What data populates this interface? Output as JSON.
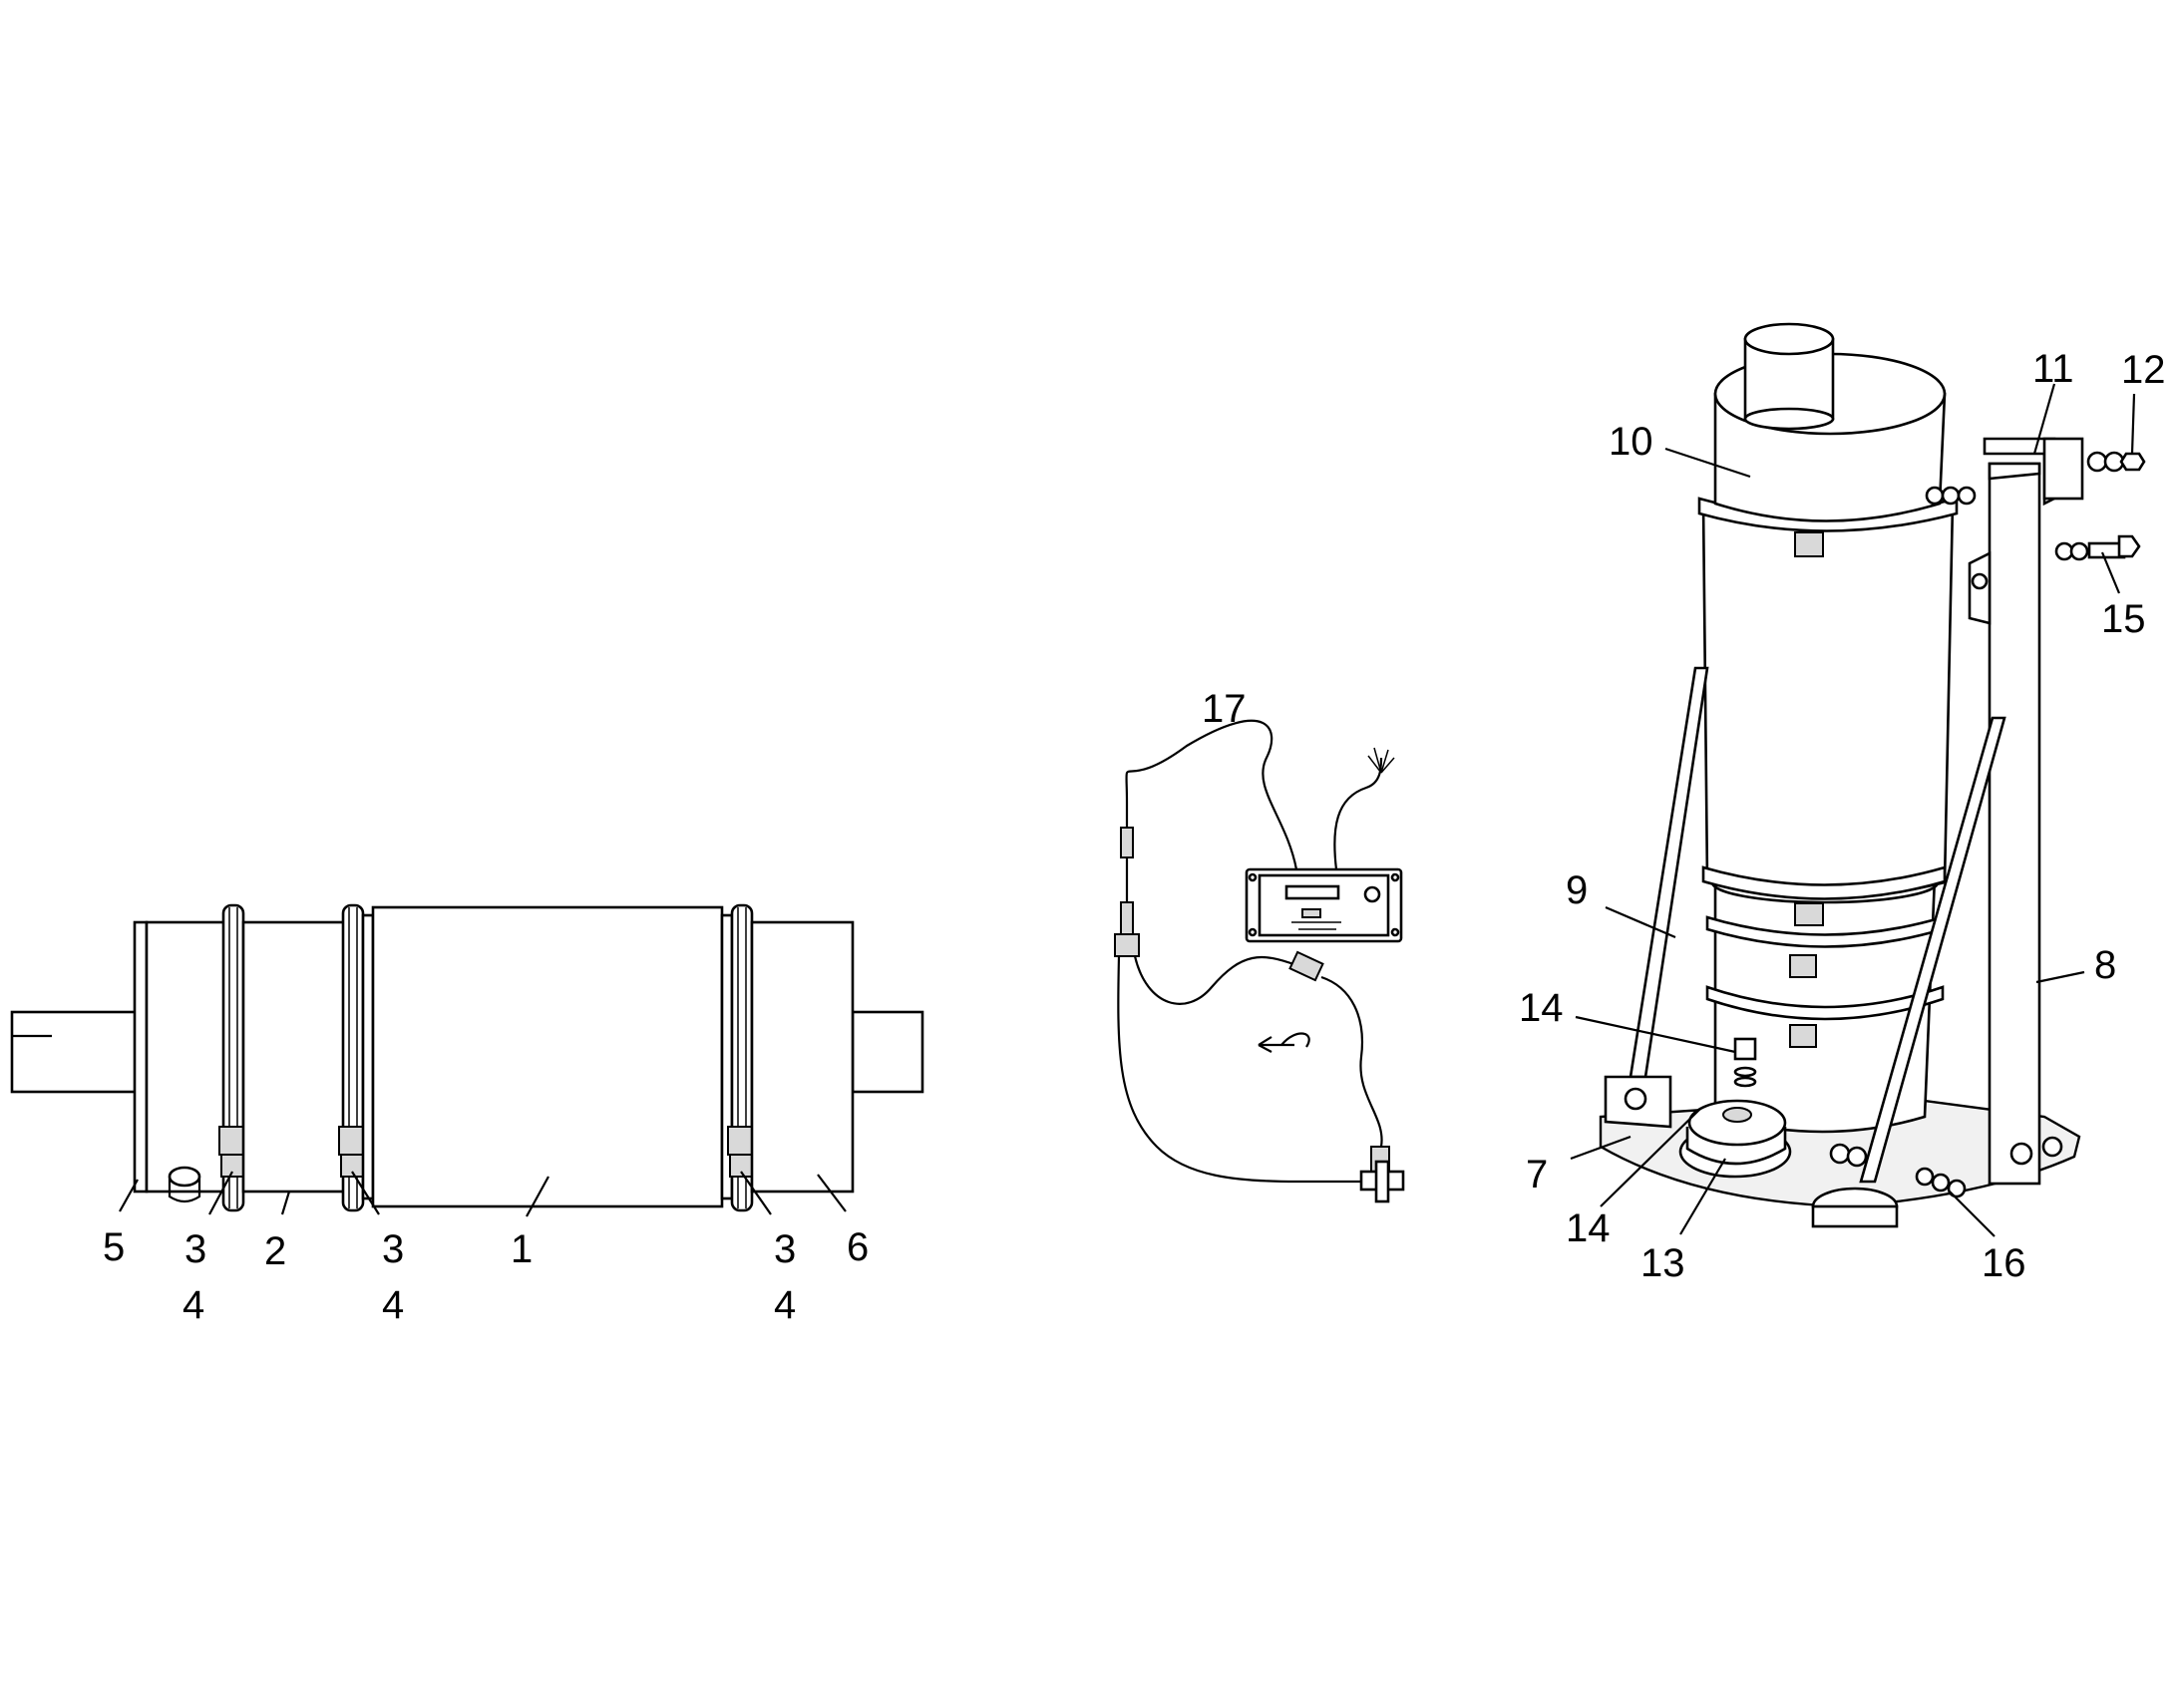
{
  "figure": {
    "background": "#ffffff",
    "line_color": "#000000"
  },
  "callouts": {
    "l1": "1",
    "l2": "2",
    "l3a": "3",
    "l3b": "3",
    "l3c": "3",
    "l4a": "4",
    "l4b": "4",
    "l4c": "4",
    "l5": "5",
    "l6": "6",
    "l7": "7",
    "l8": "8",
    "l9": "9",
    "l10": "10",
    "l11": "11",
    "l12": "12",
    "l13": "13",
    "l14a": "14",
    "l14b": "14",
    "l15": "15",
    "l16": "16",
    "l17": "17"
  },
  "icons": {
    "controller": "control-box-icon",
    "plug": "plug-icon",
    "bolt": "bolt-icon",
    "clamp": "band-clamp-icon"
  }
}
